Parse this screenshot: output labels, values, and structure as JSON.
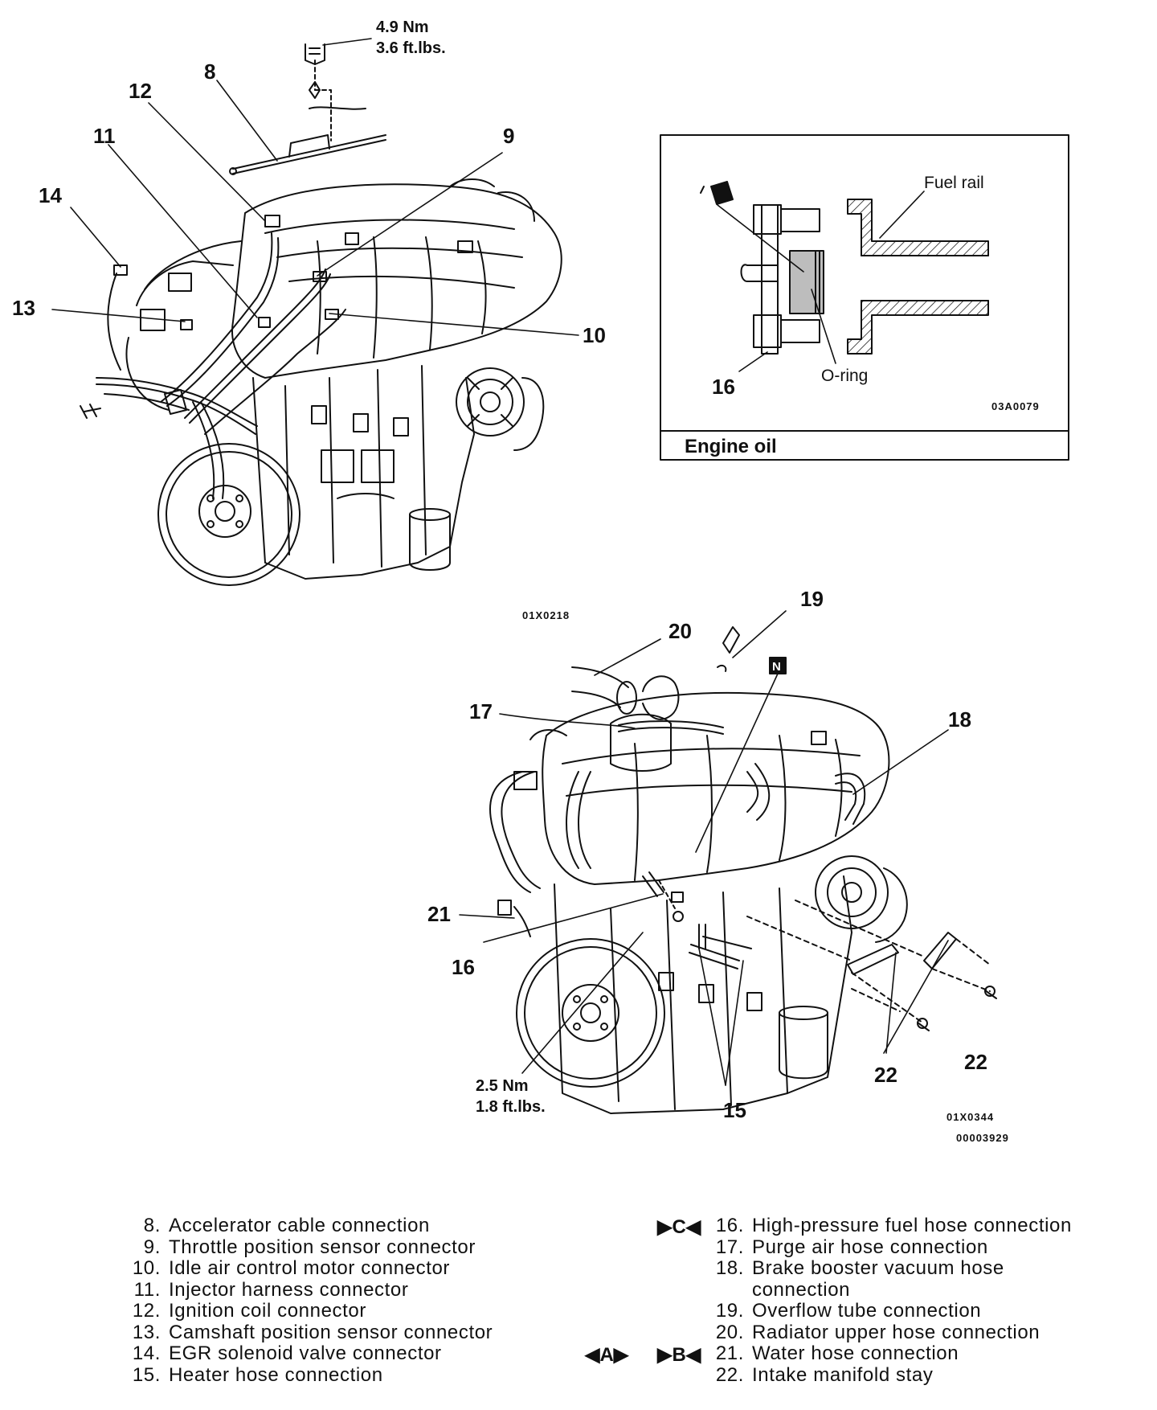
{
  "top_diagram": {
    "callouts": [
      "8",
      "9",
      "10",
      "11",
      "12",
      "13",
      "14"
    ],
    "torque_line1": "4.9 Nm",
    "torque_line2": "3.6 ft.lbs.",
    "code": "01X0218"
  },
  "inset": {
    "fuel_rail_label": "Fuel rail",
    "oring_label": "O-ring",
    "callout": "16",
    "code": "03A0079",
    "title": "Engine oil"
  },
  "bottom_diagram": {
    "callouts": [
      "15",
      "16",
      "17",
      "18",
      "19",
      "20",
      "21",
      "22",
      "22"
    ],
    "n_marker": "N",
    "torque_line1": "2.5 Nm",
    "torque_line2": "1.8 ft.lbs.",
    "code1": "01X0344",
    "code2": "00003929"
  },
  "legend": {
    "left": [
      {
        "num": "8.",
        "text": "Accelerator cable connection"
      },
      {
        "num": "9.",
        "text": "Throttle position sensor connector"
      },
      {
        "num": "10.",
        "text": "Idle air control motor connector"
      },
      {
        "num": "11.",
        "text": "Injector harness connector"
      },
      {
        "num": "12.",
        "text": "Ignition coil connector"
      },
      {
        "num": "13.",
        "text": "Camshaft position sensor connector"
      },
      {
        "num": "14.",
        "text": "EGR solenoid valve connector"
      },
      {
        "num": "15.",
        "text": "Heater hose connection"
      }
    ],
    "right": [
      {
        "num": "16.",
        "text": "High-pressure fuel hose connection"
      },
      {
        "num": "17.",
        "text": "Purge air hose connection"
      },
      {
        "num": "18.",
        "text": "Brake booster vacuum hose"
      },
      {
        "num": "",
        "text": "connection"
      },
      {
        "num": "19.",
        "text": "Overflow tube connection"
      },
      {
        "num": "20.",
        "text": "Radiator upper hose connection"
      },
      {
        "num": "21.",
        "text": "Water hose connection"
      },
      {
        "num": "22.",
        "text": "Intake manifold stay"
      }
    ],
    "markers": {
      "c": "▶C◀",
      "a": "◀A▶",
      "b": "▶B◀"
    }
  }
}
